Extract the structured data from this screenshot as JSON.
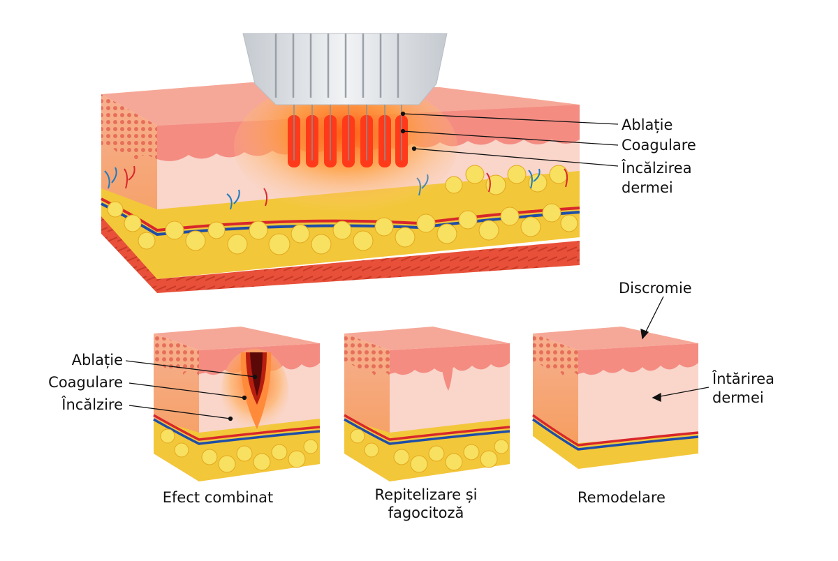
{
  "labels": {
    "top": {
      "ablatie": "Ablație",
      "coagulare": "Coagulare",
      "incalzire_line1": "Încălzirea",
      "incalzire_line2": "dermei"
    },
    "combined": {
      "ablatie": "Ablație",
      "coagulare": "Coagulare",
      "incalzire": "Încălzire"
    },
    "captions": {
      "efect": "Efect combinat",
      "repitelizare_line1": "Repitelizare și",
      "repitelizare_line2": "fagocitoză",
      "remodelare": "Remodelare"
    },
    "remodel": {
      "discromie": "Discromie",
      "intarire_line1": "Întărirea",
      "intarire_line2": "dermei"
    }
  },
  "colors": {
    "epidermis": "#f4a08c",
    "epidermis_dots": "#e8705c",
    "dermis": "#f9d3c8",
    "fat": "#f5d33a",
    "fat_dark": "#e2a81e",
    "muscle": "#e8503a",
    "vessel_red": "#d8272b",
    "vessel_blue": "#1f4ea8",
    "heat": "#ff7a1a",
    "core": "#7a1010",
    "device": "#d9dde2"
  }
}
